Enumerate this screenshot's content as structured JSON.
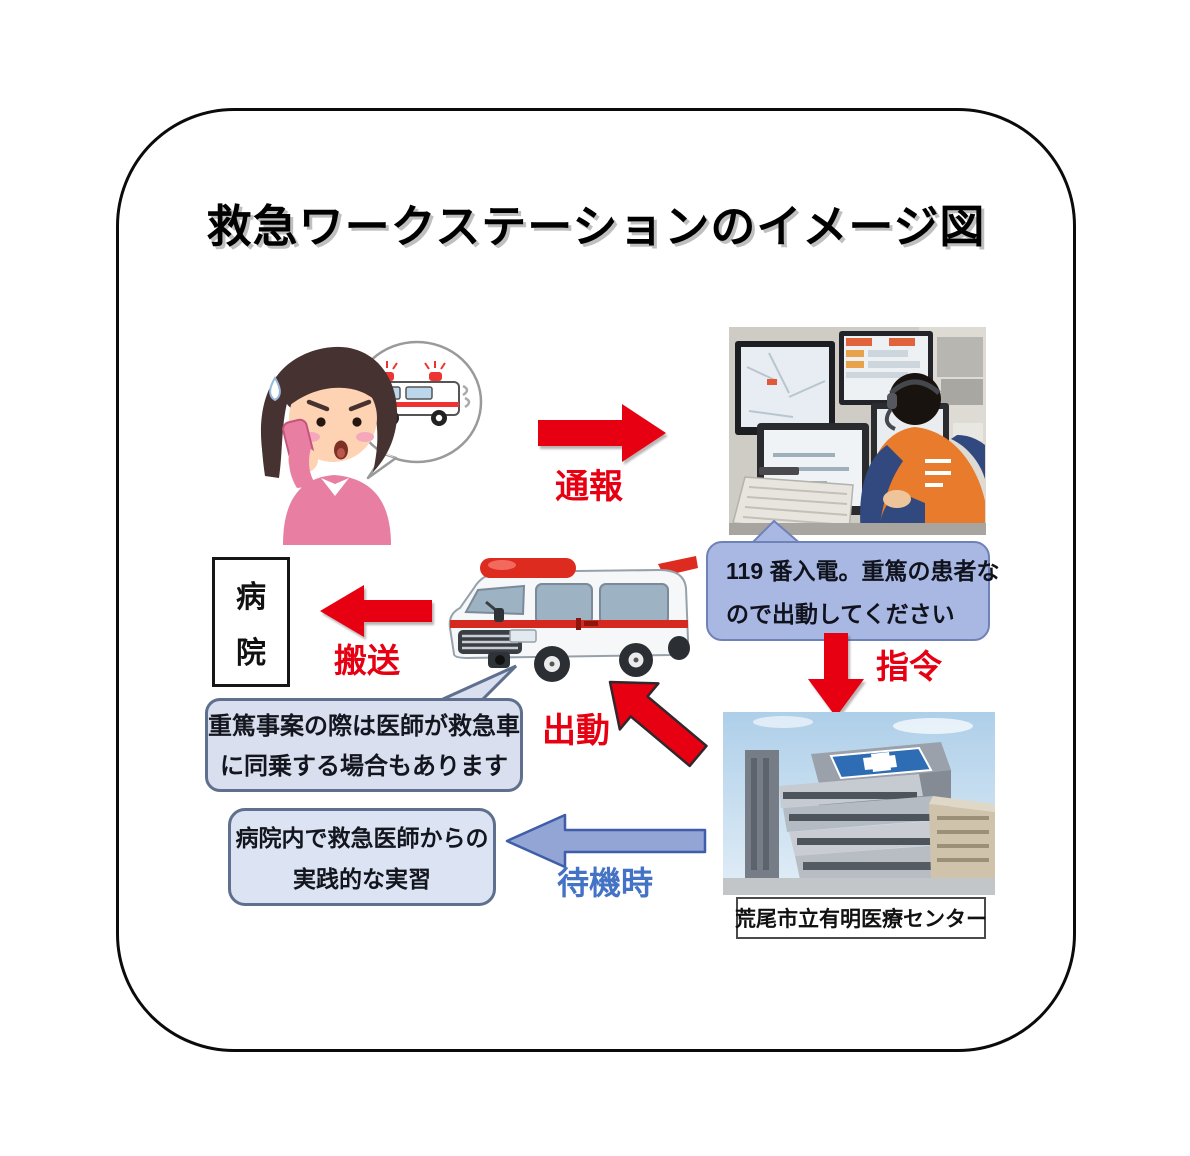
{
  "title": "救急ワークステーションのイメージ図",
  "flow": {
    "report_label": "通報",
    "command_label": "指令",
    "dispatch_label": "出動",
    "transport_label": "搬送",
    "standby_label": "待機時"
  },
  "bubbles": {
    "call_line1": "119 番入電。重篤の患者な",
    "call_line2": "ので出動してください",
    "doctor_line1": "重篤事案の際は医師が救急車",
    "doctor_line2": "に同乗する場合もあります"
  },
  "boxes": {
    "hospital_char1": "病",
    "hospital_char2": "院",
    "training_line1": "病院内で救急医師からの",
    "training_line2": "実践的な実習"
  },
  "photos": {
    "building_caption": "荒尾市立有明医療センター"
  },
  "illustrations": {
    "caller": "woman-calling-119-illustration",
    "dispatch": "dispatch-center-photo",
    "ambulance": "ambulance-illustration",
    "building": "hospital-building-photo"
  },
  "colors": {
    "arrow_red": "#e60012",
    "arrow_blue_fill": "#92a5d5",
    "arrow_blue_stroke": "#3f5da8",
    "label_blue": "#4472c4",
    "bubble_call_fill": "#a9b8e2",
    "bubble_doctor_fill": "#d9dfef",
    "box_training_fill": "#dce3f2"
  }
}
